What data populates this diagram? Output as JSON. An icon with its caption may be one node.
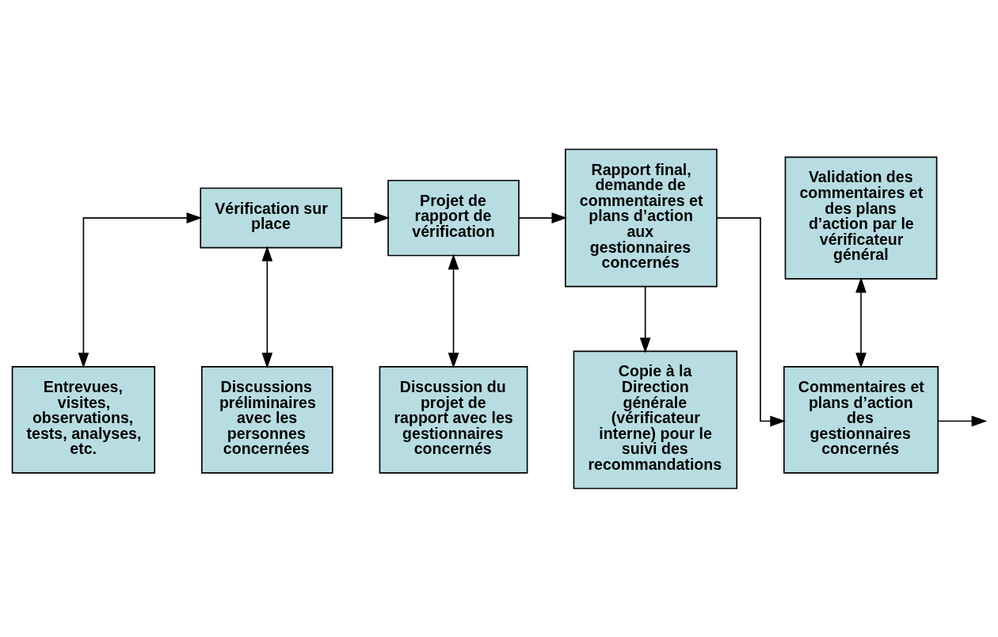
{
  "diagram": {
    "nodes": [
      {
        "text": [
          "Vérification sur place"
        ]
      },
      {
        "text": [
          "Projet de rapport de vérification"
        ]
      },
      {
        "text": [
          "Rapport final, demande de commentaires et plans d’action aux gestionnaires concernés"
        ]
      },
      {
        "text": [
          "Validation des commentaires et des plans d’action par le vérificateur général"
        ]
      },
      {
        "text": [
          "Entrevues, visites, observations, tests, analyses, etc."
        ]
      },
      {
        "text": [
          "Discussions préliminaires avec les personnes concernées"
        ]
      },
      {
        "text": [
          "Discussion du projet de rapport avec les gestionnaires concernés"
        ]
      },
      {
        "text": [
          "Commentaires et plans d’action des gestionnaires concernés"
        ]
      },
      {
        "text": [
          "Copie à la Direction générale (vérificateur interne) pour le suivi des recommandations"
        ]
      }
    ],
    "edges": [
      {
        "from": 0,
        "to": 1,
        "arrow": "to"
      },
      {
        "from": 1,
        "to": 2,
        "arrow": "to"
      },
      {
        "from": 0,
        "to": 4,
        "arrow": "both"
      },
      {
        "from": 0,
        "to": 5,
        "arrow": "both"
      },
      {
        "from": 1,
        "to": 6,
        "arrow": "both"
      },
      {
        "from": 3,
        "to": 7,
        "arrow": "both"
      },
      {
        "from": 2,
        "to": 7,
        "arrow": "to"
      },
      {
        "from": 2,
        "to": 8,
        "arrow": "to"
      },
      {
        "from": 7,
        "to": null,
        "arrow": "to"
      }
    ]
  }
}
